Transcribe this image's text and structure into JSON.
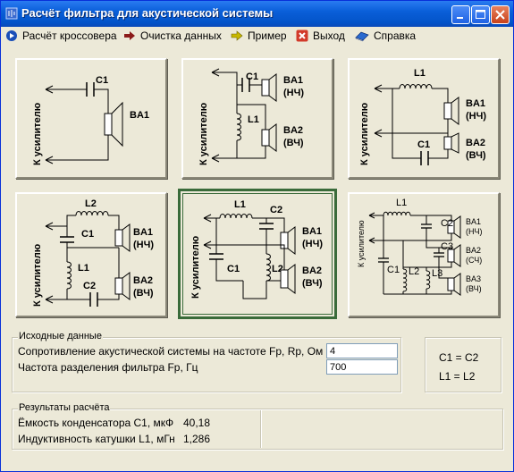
{
  "window": {
    "title": "Расчёт фильтра для акустической системы"
  },
  "menu": {
    "items": [
      {
        "label": "Расчёт кроссовера",
        "icon": "play-icon"
      },
      {
        "label": "Очистка данных",
        "icon": "arrow-right-icon"
      },
      {
        "label": "Пример",
        "icon": "arrow-right-icon"
      },
      {
        "label": "Выход",
        "icon": "close-icon"
      },
      {
        "label": "Справка",
        "icon": "help-book-icon"
      }
    ]
  },
  "schematics": {
    "p1": {
      "side": "К усилителю",
      "c1": "C1",
      "ba1": "BA1"
    },
    "p2": {
      "side": "К усилителю",
      "c1": "C1",
      "l1": "L1",
      "ba1": "BA1",
      "ba1_sub": "(НЧ)",
      "ba2": "BA2",
      "ba2_sub": "(ВЧ)"
    },
    "p3": {
      "side": "К усилителю",
      "l1": "L1",
      "c1": "C1",
      "ba1": "BA1",
      "ba1_sub": "(НЧ)",
      "ba2": "BA2",
      "ba2_sub": "(ВЧ)"
    },
    "p4": {
      "side": "К усилителю",
      "l2": "L2",
      "c1": "C1",
      "l1": "L1",
      "c2": "C2",
      "ba1": "BA1",
      "ba1_sub": "(НЧ)",
      "ba2": "BA2",
      "ba2_sub": "(ВЧ)"
    },
    "p5": {
      "side": "К усилителю",
      "l1": "L1",
      "c2": "C2",
      "c1": "C1",
      "l2": "L2",
      "ba1": "BA1",
      "ba1_sub": "(НЧ)",
      "ba2": "BA2",
      "ba2_sub": "(ВЧ)"
    },
    "p6": {
      "side": "К усилителю",
      "l1": "L1",
      "c1": "C1",
      "c2": "C2",
      "c3": "C3",
      "l2": "L2",
      "l3": "L3",
      "ba1": "BA1",
      "ba1_sub": "(НЧ)",
      "ba2": "BA2",
      "ba2_sub": "(СЧ)",
      "ba3": "BA3",
      "ba3_sub": "(ВЧ)"
    }
  },
  "input": {
    "group_title": "Исходные данные",
    "resistance_label": "Сопротивление акустической системы на частоте Fp, Rp, Ом",
    "resistance_value": "4",
    "frequency_label": "Частота разделения фильтра Fp, Гц",
    "frequency_value": "700"
  },
  "equalities": {
    "line1": "C1 = C2",
    "line2": "L1 = L2"
  },
  "results": {
    "group_title": "Результаты расчёта",
    "capacitance_label": "Ёмкость конденсатора C1, мкФ",
    "capacitance_value": "40,18",
    "inductance_label": "Индуктивность катушки L1, мГн",
    "inductance_value": "1,286"
  }
}
